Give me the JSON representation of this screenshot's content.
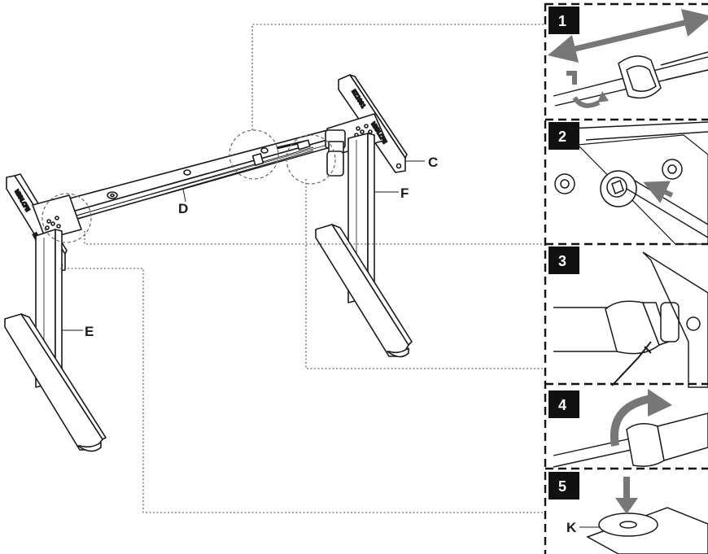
{
  "labels": {
    "c": "C",
    "d": "D",
    "e": "E",
    "f": "F",
    "k": "K"
  },
  "steps": [
    {
      "number": "1"
    },
    {
      "number": "2"
    },
    {
      "number": "3"
    },
    {
      "number": "4"
    },
    {
      "number": "5"
    }
  ],
  "colors": {
    "line": "#1a1a1a",
    "arrow_gray": "#777777",
    "badge": "#111111"
  }
}
